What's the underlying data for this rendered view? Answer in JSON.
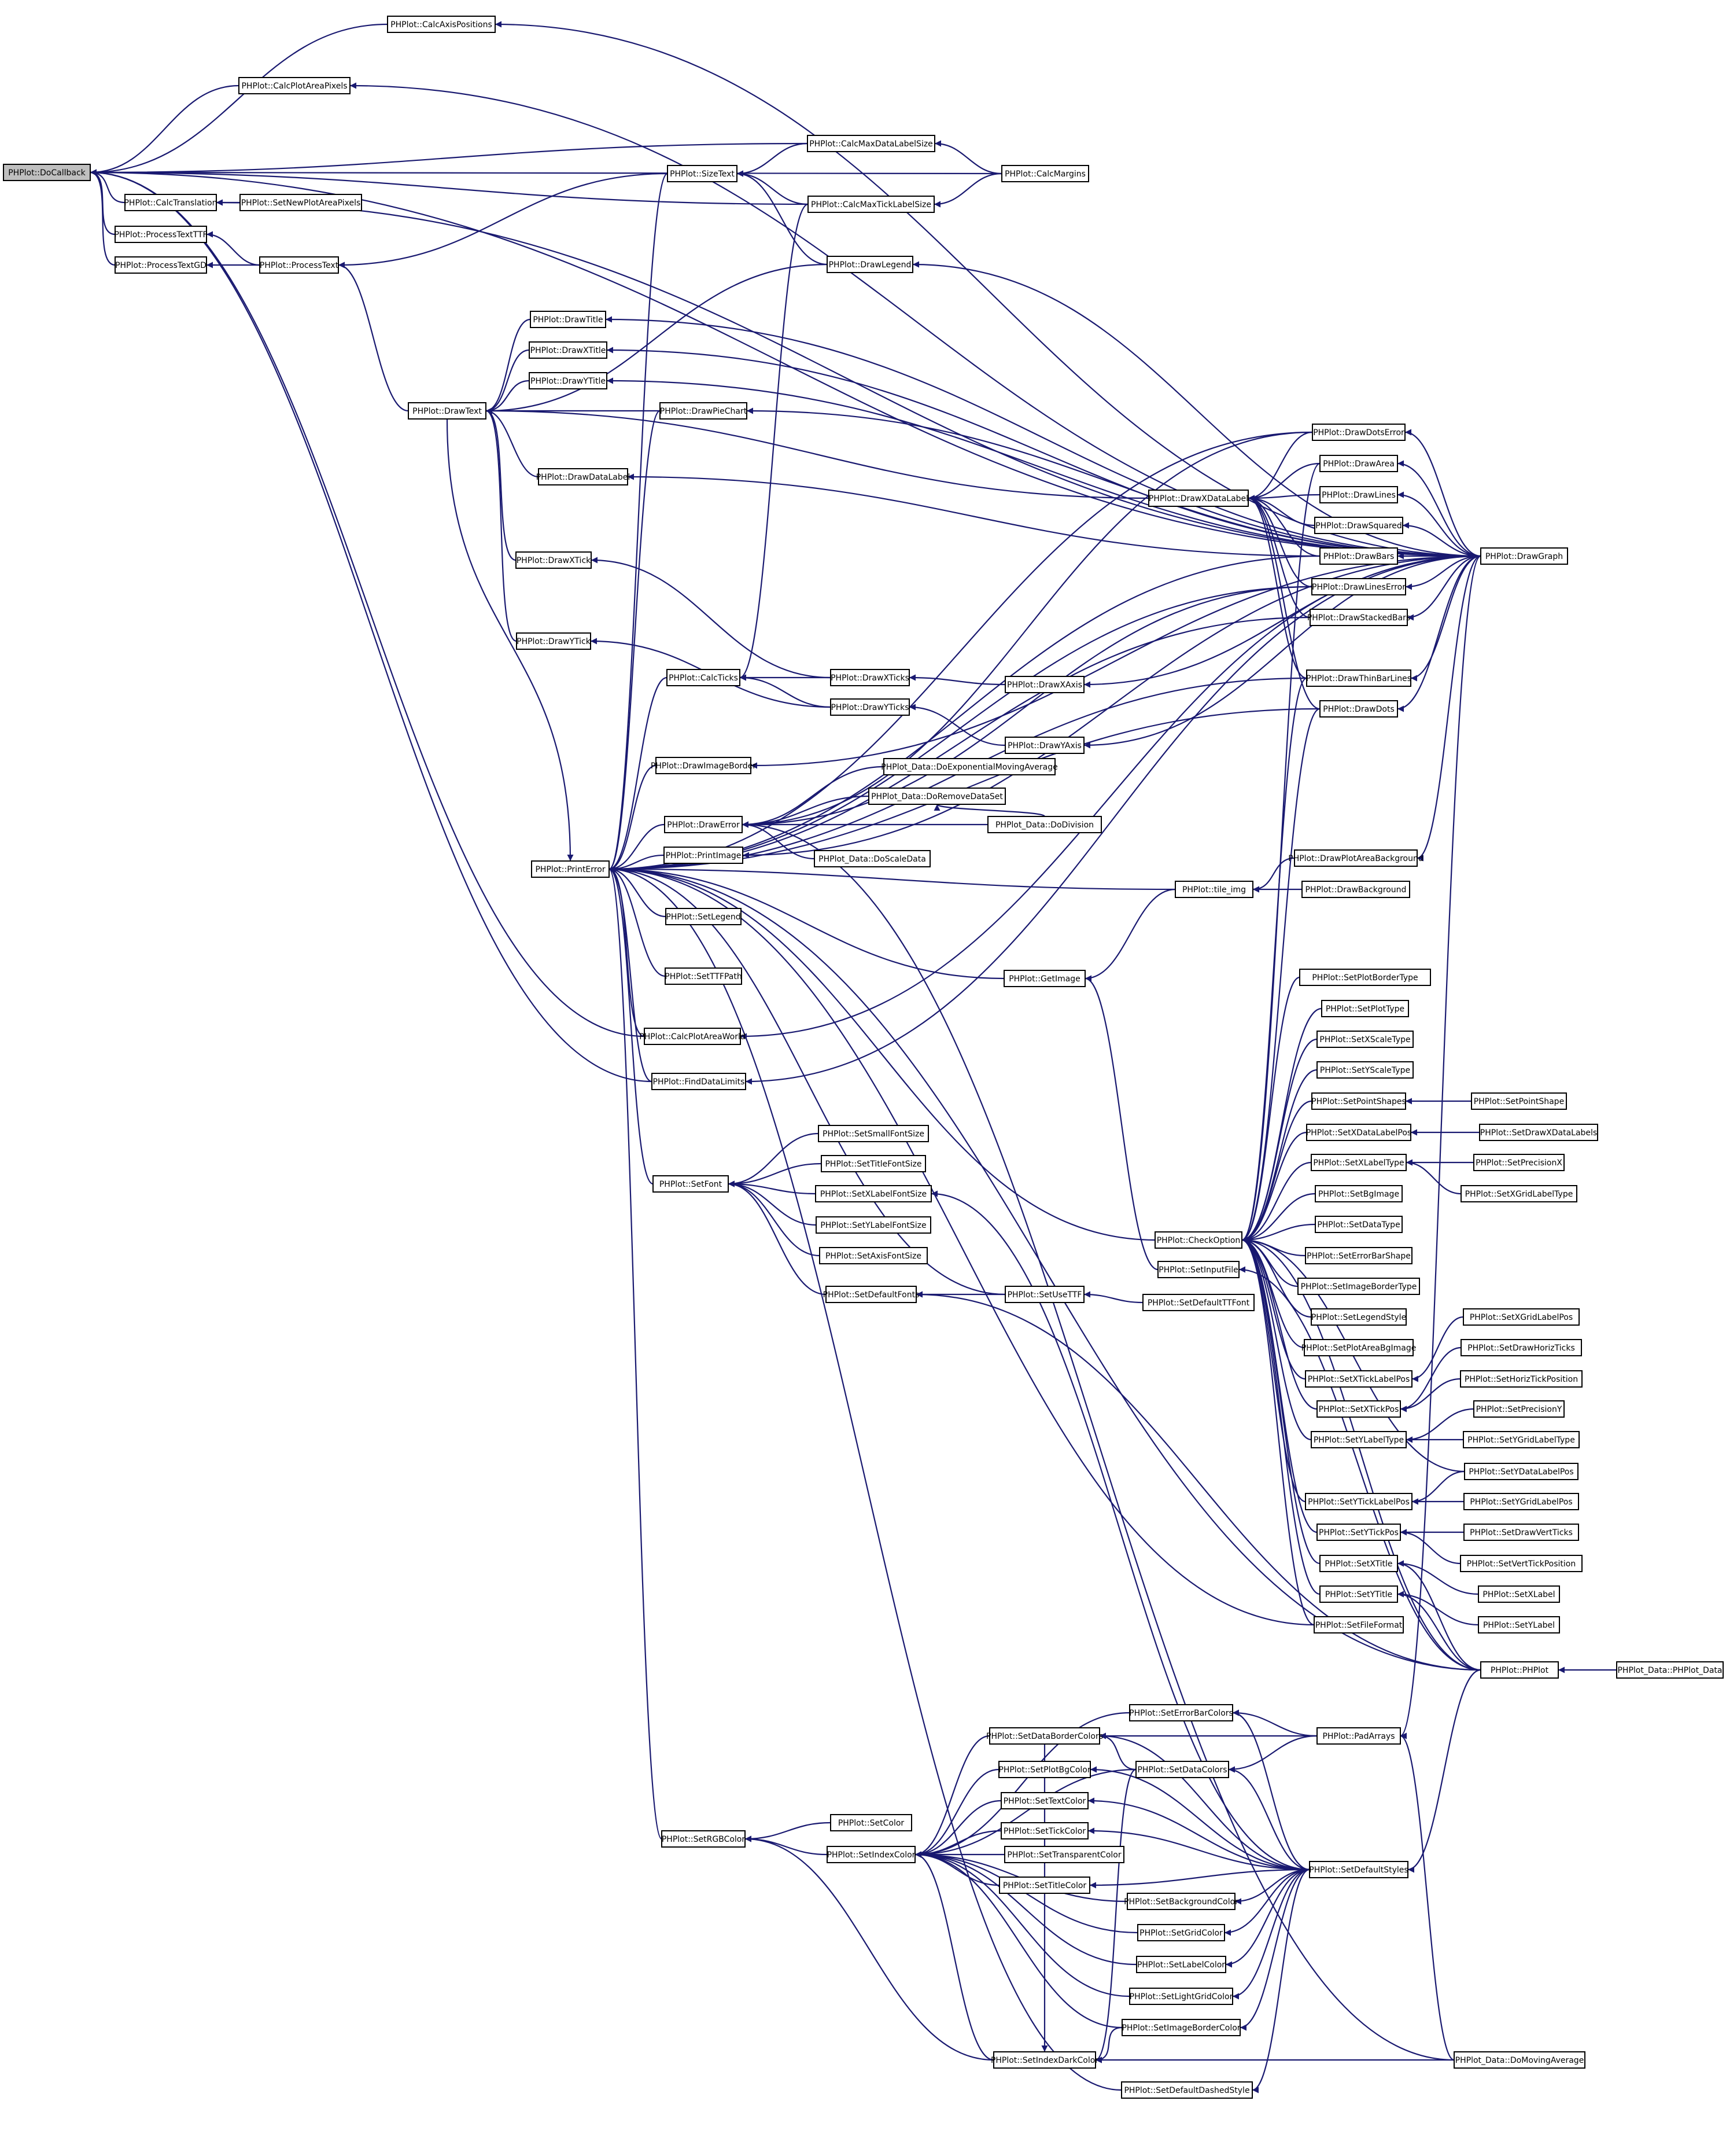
{
  "root": "PHPlot::DoCallback",
  "edge_color": "#191970",
  "node_border_color": "#000000",
  "root_fill_color": "#bfbfbf",
  "nodes": [
    {
      "id": "n0",
      "label": "PHPlot::DoCallback",
      "root": true
    },
    {
      "id": "n1",
      "label": "PHPlot::CalcAxisPositions"
    },
    {
      "id": "n2",
      "label": "PHPlot::CalcPlotAreaPixels"
    },
    {
      "id": "n3",
      "label": "PHPlot::CalcMaxDataLabelSize"
    },
    {
      "id": "n4",
      "label": "PHPlot::CalcMargins"
    },
    {
      "id": "n5",
      "label": "PHPlot::SizeText"
    },
    {
      "id": "n6",
      "label": "PHPlot::CalcTranslation"
    },
    {
      "id": "n7",
      "label": "PHPlot::SetNewPlotAreaPixels"
    },
    {
      "id": "n8",
      "label": "PHPlot::CalcMaxTickLabelSize"
    },
    {
      "id": "n9",
      "label": "PHPlot::ProcessTextTTF"
    },
    {
      "id": "n10",
      "label": "PHPlot::ProcessTextGD"
    },
    {
      "id": "n11",
      "label": "PHPlot::ProcessText"
    },
    {
      "id": "n12",
      "label": "PHPlot::DrawLegend"
    },
    {
      "id": "n13",
      "label": "PHPlot::DrawTitle"
    },
    {
      "id": "n14",
      "label": "PHPlot::DrawXTitle"
    },
    {
      "id": "n15",
      "label": "PHPlot::DrawYTitle"
    },
    {
      "id": "n16",
      "label": "PHPlot::DrawText"
    },
    {
      "id": "n17",
      "label": "PHPlot::DrawPieChart"
    },
    {
      "id": "n18",
      "label": "PHPlot::DrawDotsError"
    },
    {
      "id": "n19",
      "label": "PHPlot::DrawArea"
    },
    {
      "id": "n20",
      "label": "PHPlot::DrawDataLabel"
    },
    {
      "id": "n21",
      "label": "PHPlot::DrawXDataLabel"
    },
    {
      "id": "n22",
      "label": "PHPlot::DrawLines"
    },
    {
      "id": "n23",
      "label": "PHPlot::DrawSquared"
    },
    {
      "id": "n24",
      "label": "PHPlot::DrawXTick"
    },
    {
      "id": "n25",
      "label": "PHPlot::DrawBars"
    },
    {
      "id": "n26",
      "label": "PHPlot::DrawGraph"
    },
    {
      "id": "n27",
      "label": "PHPlot::DrawLinesError"
    },
    {
      "id": "n28",
      "label": "PHPlot::DrawStackedBars"
    },
    {
      "id": "n29",
      "label": "PHPlot::DrawYTick"
    },
    {
      "id": "n30",
      "label": "PHPlot::CalcTicks"
    },
    {
      "id": "n31",
      "label": "PHPlot::DrawXTicks"
    },
    {
      "id": "n32",
      "label": "PHPlot::DrawXAxis"
    },
    {
      "id": "n33",
      "label": "PHPlot::DrawThinBarLines"
    },
    {
      "id": "n34",
      "label": "PHPlot::DrawYTicks"
    },
    {
      "id": "n35",
      "label": "PHPlot::DrawDots"
    },
    {
      "id": "n36",
      "label": "PHPlot::DrawYAxis"
    },
    {
      "id": "n37",
      "label": "PHPlot::DrawImageBorder"
    },
    {
      "id": "n38",
      "label": "PHPlot_Data::DoExponentialMovingAverage"
    },
    {
      "id": "n39",
      "label": "PHPlot_Data::DoRemoveDataSet"
    },
    {
      "id": "n40",
      "label": "PHPlot::DrawError"
    },
    {
      "id": "n41",
      "label": "PHPlot_Data::DoDivision"
    },
    {
      "id": "n42",
      "label": "PHPlot::PrintImage"
    },
    {
      "id": "n43",
      "label": "PHPlot_Data::DoScaleData"
    },
    {
      "id": "n44",
      "label": "PHPlot::DrawPlotAreaBackground"
    },
    {
      "id": "n45",
      "label": "PHPlot::PrintError"
    },
    {
      "id": "n46",
      "label": "PHPlot::tile_img"
    },
    {
      "id": "n47",
      "label": "PHPlot::DrawBackground"
    },
    {
      "id": "n48",
      "label": "PHPlot::SetLegend"
    },
    {
      "id": "n49",
      "label": "PHPlot::SetTTFPath"
    },
    {
      "id": "n50",
      "label": "PHPlot::GetImage"
    },
    {
      "id": "n51",
      "label": "PHPlot::SetPlotBorderType"
    },
    {
      "id": "n52",
      "label": "PHPlot::SetPlotType"
    },
    {
      "id": "n53",
      "label": "PHPlot::CalcPlotAreaWorld"
    },
    {
      "id": "n54",
      "label": "PHPlot::SetXScaleType"
    },
    {
      "id": "n55",
      "label": "PHPlot::SetYScaleType"
    },
    {
      "id": "n56",
      "label": "PHPlot::FindDataLimits"
    },
    {
      "id": "n57",
      "label": "PHPlot::SetPointShapes"
    },
    {
      "id": "n58",
      "label": "PHPlot::SetPointShape"
    },
    {
      "id": "n59",
      "label": "PHPlot::SetSmallFontSize"
    },
    {
      "id": "n60",
      "label": "PHPlot::SetXDataLabelPos"
    },
    {
      "id": "n61",
      "label": "PHPlot::SetDrawXDataLabels"
    },
    {
      "id": "n62",
      "label": "PHPlot::SetTitleFontSize"
    },
    {
      "id": "n63",
      "label": "PHPlot::SetXLabelType"
    },
    {
      "id": "n64",
      "label": "PHPlot::SetPrecisionX"
    },
    {
      "id": "n65",
      "label": "PHPlot::SetFont"
    },
    {
      "id": "n66",
      "label": "PHPlot::SetXLabelFontSize"
    },
    {
      "id": "n67",
      "label": "PHPlot::SetXGridLabelType"
    },
    {
      "id": "n68",
      "label": "PHPlot::SetBgImage"
    },
    {
      "id": "n69",
      "label": "PHPlot::SetYLabelFontSize"
    },
    {
      "id": "n70",
      "label": "PHPlot::SetDataType"
    },
    {
      "id": "n71",
      "label": "PHPlot::SetAxisFontSize"
    },
    {
      "id": "n72",
      "label": "PHPlot::CheckOption"
    },
    {
      "id": "n73",
      "label": "PHPlot::SetErrorBarShape"
    },
    {
      "id": "n74",
      "label": "PHPlot::SetInputFile"
    },
    {
      "id": "n75",
      "label": "PHPlot::SetImageBorderType"
    },
    {
      "id": "n76",
      "label": "PHPlot::SetDefaultFonts"
    },
    {
      "id": "n77",
      "label": "PHPlot::SetUseTTF"
    },
    {
      "id": "n78",
      "label": "PHPlot::SetDefaultTTFont"
    },
    {
      "id": "n79",
      "label": "PHPlot::SetLegendStyle"
    },
    {
      "id": "n80",
      "label": "PHPlot::SetXGridLabelPos"
    },
    {
      "id": "n81",
      "label": "PHPlot::SetPlotAreaBgImage"
    },
    {
      "id": "n82",
      "label": "PHPlot::SetDrawHorizTicks"
    },
    {
      "id": "n83",
      "label": "PHPlot::SetXTickLabelPos"
    },
    {
      "id": "n84",
      "label": "PHPlot::SetHorizTickPosition"
    },
    {
      "id": "n85",
      "label": "PHPlot::SetXTickPos"
    },
    {
      "id": "n86",
      "label": "PHPlot::SetPrecisionY"
    },
    {
      "id": "n87",
      "label": "PHPlot::SetYLabelType"
    },
    {
      "id": "n88",
      "label": "PHPlot::SetYGridLabelType"
    },
    {
      "id": "n89",
      "label": "PHPlot::SetYDataLabelPos"
    },
    {
      "id": "n90",
      "label": "PHPlot::SetYTickLabelPos"
    },
    {
      "id": "n91",
      "label": "PHPlot::SetYGridLabelPos"
    },
    {
      "id": "n92",
      "label": "PHPlot::SetYTickPos"
    },
    {
      "id": "n93",
      "label": "PHPlot::SetDrawVertTicks"
    },
    {
      "id": "n94",
      "label": "PHPlot::SetVertTickPosition"
    },
    {
      "id": "n95",
      "label": "PHPlot::SetXTitle"
    },
    {
      "id": "n96",
      "label": "PHPlot::SetXLabel"
    },
    {
      "id": "n97",
      "label": "PHPlot::SetYTitle"
    },
    {
      "id": "n98",
      "label": "PHPlot::SetYLabel"
    },
    {
      "id": "n99",
      "label": "PHPlot::SetFileFormat"
    },
    {
      "id": "n100",
      "label": "PHPlot::PHPlot"
    },
    {
      "id": "n101",
      "label": "PHPlot_Data::PHPlot_Data"
    },
    {
      "id": "n102",
      "label": "PHPlot::SetErrorBarColors"
    },
    {
      "id": "n103",
      "label": "PHPlot::SetDataBorderColors"
    },
    {
      "id": "n104",
      "label": "PHPlot::PadArrays"
    },
    {
      "id": "n105",
      "label": "PHPlot::SetPlotBgColor"
    },
    {
      "id": "n106",
      "label": "PHPlot::SetDataColors"
    },
    {
      "id": "n107",
      "label": "PHPlot::SetTextColor"
    },
    {
      "id": "n108",
      "label": "PHPlot::SetTickColor"
    },
    {
      "id": "n109",
      "label": "PHPlot::SetRGBColor"
    },
    {
      "id": "n110",
      "label": "PHPlot::SetColor"
    },
    {
      "id": "n111",
      "label": "PHPlot::SetIndexColor"
    },
    {
      "id": "n112",
      "label": "PHPlot::SetTransparentColor"
    },
    {
      "id": "n113",
      "label": "PHPlot::SetDefaultStyles"
    },
    {
      "id": "n114",
      "label": "PHPlot::SetTitleColor"
    },
    {
      "id": "n115",
      "label": "PHPlot::SetBackgroundColor"
    },
    {
      "id": "n116",
      "label": "PHPlot::SetGridColor"
    },
    {
      "id": "n117",
      "label": "PHPlot::SetLabelColor"
    },
    {
      "id": "n118",
      "label": "PHPlot::SetLightGridColor"
    },
    {
      "id": "n119",
      "label": "PHPlot::SetImageBorderColor"
    },
    {
      "id": "n120",
      "label": "PHPlot::SetIndexDarkColor"
    },
    {
      "id": "n121",
      "label": "PHPlot_Data::DoMovingAverage"
    },
    {
      "id": "n122",
      "label": "PHPlot::SetDefaultDashedStyle"
    }
  ],
  "edges": [
    [
      "n0",
      "n1"
    ],
    [
      "n0",
      "n2"
    ],
    [
      "n0",
      "n3"
    ],
    [
      "n0",
      "n4"
    ],
    [
      "n0",
      "n6"
    ],
    [
      "n0",
      "n8"
    ],
    [
      "n0",
      "n9"
    ],
    [
      "n0",
      "n10"
    ],
    [
      "n0",
      "n26"
    ],
    [
      "n0",
      "n53"
    ],
    [
      "n0",
      "n56"
    ],
    [
      "n1",
      "n26"
    ],
    [
      "n2",
      "n26"
    ],
    [
      "n3",
      "n4"
    ],
    [
      "n6",
      "n7"
    ],
    [
      "n6",
      "n26"
    ],
    [
      "n8",
      "n4"
    ],
    [
      "n5",
      "n3"
    ],
    [
      "n5",
      "n8"
    ],
    [
      "n5",
      "n12"
    ],
    [
      "n9",
      "n11"
    ],
    [
      "n10",
      "n11"
    ],
    [
      "n11",
      "n16"
    ],
    [
      "n11",
      "n5"
    ],
    [
      "n12",
      "n26"
    ],
    [
      "n13",
      "n26"
    ],
    [
      "n14",
      "n26"
    ],
    [
      "n15",
      "n26"
    ],
    [
      "n17",
      "n26"
    ],
    [
      "n16",
      "n12"
    ],
    [
      "n16",
      "n13"
    ],
    [
      "n16",
      "n14"
    ],
    [
      "n16",
      "n15"
    ],
    [
      "n16",
      "n17"
    ],
    [
      "n16",
      "n20"
    ],
    [
      "n16",
      "n21"
    ],
    [
      "n16",
      "n24"
    ],
    [
      "n16",
      "n29"
    ],
    [
      "n20",
      "n25"
    ],
    [
      "n21",
      "n18"
    ],
    [
      "n21",
      "n19"
    ],
    [
      "n21",
      "n22"
    ],
    [
      "n21",
      "n23"
    ],
    [
      "n21",
      "n25"
    ],
    [
      "n21",
      "n27"
    ],
    [
      "n21",
      "n28"
    ],
    [
      "n21",
      "n33"
    ],
    [
      "n21",
      "n35"
    ],
    [
      "n18",
      "n26"
    ],
    [
      "n19",
      "n26"
    ],
    [
      "n22",
      "n26"
    ],
    [
      "n23",
      "n26"
    ],
    [
      "n25",
      "n26"
    ],
    [
      "n27",
      "n26"
    ],
    [
      "n28",
      "n26"
    ],
    [
      "n33",
      "n26"
    ],
    [
      "n35",
      "n26"
    ],
    [
      "n24",
      "n31"
    ],
    [
      "n29",
      "n34"
    ],
    [
      "n30",
      "n31"
    ],
    [
      "n30",
      "n34"
    ],
    [
      "n30",
      "n8"
    ],
    [
      "n31",
      "n32"
    ],
    [
      "n34",
      "n36"
    ],
    [
      "n32",
      "n26"
    ],
    [
      "n36",
      "n26"
    ],
    [
      "n37",
      "n26"
    ],
    [
      "n40",
      "n18"
    ],
    [
      "n40",
      "n27"
    ],
    [
      "n45",
      "n16"
    ],
    [
      "n45",
      "n5"
    ],
    [
      "n45",
      "n17"
    ],
    [
      "n45",
      "n18"
    ],
    [
      "n45",
      "n25"
    ],
    [
      "n45",
      "n27"
    ],
    [
      "n45",
      "n28"
    ],
    [
      "n45",
      "n30"
    ],
    [
      "n45",
      "n37"
    ],
    [
      "n45",
      "n40"
    ],
    [
      "n45",
      "n42"
    ],
    [
      "n45",
      "n46"
    ],
    [
      "n45",
      "n48"
    ],
    [
      "n45",
      "n49"
    ],
    [
      "n45",
      "n50"
    ],
    [
      "n45",
      "n53"
    ],
    [
      "n45",
      "n56"
    ],
    [
      "n45",
      "n65"
    ],
    [
      "n45",
      "n72"
    ],
    [
      "n45",
      "n77"
    ],
    [
      "n45",
      "n99"
    ],
    [
      "n45",
      "n100"
    ],
    [
      "n45",
      "n109"
    ],
    [
      "n45",
      "n33"
    ],
    [
      "n45",
      "n35"
    ],
    [
      "n40",
      "n38"
    ],
    [
      "n40",
      "n39"
    ],
    [
      "n40",
      "n41"
    ],
    [
      "n40",
      "n43"
    ],
    [
      "n40",
      "n121"
    ],
    [
      "n39",
      "n41"
    ],
    [
      "n42",
      "n26"
    ],
    [
      "n46",
      "n44"
    ],
    [
      "n46",
      "n47"
    ],
    [
      "n44",
      "n26"
    ],
    [
      "n50",
      "n46"
    ],
    [
      "n50",
      "n74"
    ],
    [
      "n53",
      "n26"
    ],
    [
      "n56",
      "n26"
    ],
    [
      "n65",
      "n59"
    ],
    [
      "n65",
      "n62"
    ],
    [
      "n65",
      "n66"
    ],
    [
      "n65",
      "n69"
    ],
    [
      "n65",
      "n71"
    ],
    [
      "n65",
      "n76"
    ],
    [
      "n76",
      "n77"
    ],
    [
      "n76",
      "n100"
    ],
    [
      "n77",
      "n78"
    ],
    [
      "n74",
      "n100"
    ],
    [
      "n72",
      "n19"
    ],
    [
      "n72",
      "n33"
    ],
    [
      "n72",
      "n35"
    ],
    [
      "n72",
      "n51"
    ],
    [
      "n72",
      "n52"
    ],
    [
      "n72",
      "n54"
    ],
    [
      "n72",
      "n55"
    ],
    [
      "n72",
      "n57"
    ],
    [
      "n72",
      "n60"
    ],
    [
      "n72",
      "n63"
    ],
    [
      "n72",
      "n68"
    ],
    [
      "n72",
      "n70"
    ],
    [
      "n72",
      "n73"
    ],
    [
      "n72",
      "n75"
    ],
    [
      "n72",
      "n79"
    ],
    [
      "n72",
      "n81"
    ],
    [
      "n72",
      "n83"
    ],
    [
      "n72",
      "n85"
    ],
    [
      "n72",
      "n87"
    ],
    [
      "n72",
      "n89"
    ],
    [
      "n72",
      "n90"
    ],
    [
      "n72",
      "n92"
    ],
    [
      "n72",
      "n95"
    ],
    [
      "n72",
      "n97"
    ],
    [
      "n72",
      "n99"
    ],
    [
      "n72",
      "n100"
    ],
    [
      "n57",
      "n58"
    ],
    [
      "n60",
      "n61"
    ],
    [
      "n63",
      "n64"
    ],
    [
      "n63",
      "n67"
    ],
    [
      "n83",
      "n80"
    ],
    [
      "n85",
      "n82"
    ],
    [
      "n85",
      "n84"
    ],
    [
      "n87",
      "n86"
    ],
    [
      "n87",
      "n88"
    ],
    [
      "n90",
      "n89"
    ],
    [
      "n90",
      "n91"
    ],
    [
      "n92",
      "n93"
    ],
    [
      "n92",
      "n94"
    ],
    [
      "n95",
      "n96"
    ],
    [
      "n95",
      "n100"
    ],
    [
      "n97",
      "n98"
    ],
    [
      "n97",
      "n100"
    ],
    [
      "n100",
      "n101"
    ],
    [
      "n104",
      "n26"
    ],
    [
      "n104",
      "n121"
    ],
    [
      "n102",
      "n104"
    ],
    [
      "n102",
      "n113"
    ],
    [
      "n103",
      "n104"
    ],
    [
      "n103",
      "n106"
    ],
    [
      "n103",
      "n113"
    ],
    [
      "n106",
      "n104"
    ],
    [
      "n106",
      "n113"
    ],
    [
      "n105",
      "n113"
    ],
    [
      "n107",
      "n113"
    ],
    [
      "n108",
      "n113"
    ],
    [
      "n114",
      "n113"
    ],
    [
      "n115",
      "n113"
    ],
    [
      "n116",
      "n113"
    ],
    [
      "n117",
      "n113"
    ],
    [
      "n118",
      "n113"
    ],
    [
      "n119",
      "n113"
    ],
    [
      "n122",
      "n113"
    ],
    [
      "n109",
      "n110"
    ],
    [
      "n109",
      "n111"
    ],
    [
      "n109",
      "n120"
    ],
    [
      "n111",
      "n102"
    ],
    [
      "n111",
      "n103"
    ],
    [
      "n111",
      "n105"
    ],
    [
      "n111",
      "n106"
    ],
    [
      "n111",
      "n107"
    ],
    [
      "n111",
      "n108"
    ],
    [
      "n111",
      "n112"
    ],
    [
      "n111",
      "n114"
    ],
    [
      "n111",
      "n115"
    ],
    [
      "n111",
      "n116"
    ],
    [
      "n111",
      "n117"
    ],
    [
      "n111",
      "n118"
    ],
    [
      "n111",
      "n119"
    ],
    [
      "n111",
      "n120"
    ],
    [
      "n120",
      "n103"
    ],
    [
      "n120",
      "n106"
    ],
    [
      "n120",
      "n119"
    ],
    [
      "n120",
      "n121"
    ],
    [
      "n113",
      "n100"
    ],
    [
      "n45",
      "n122"
    ],
    [
      "n66",
      "n113"
    ]
  ]
}
